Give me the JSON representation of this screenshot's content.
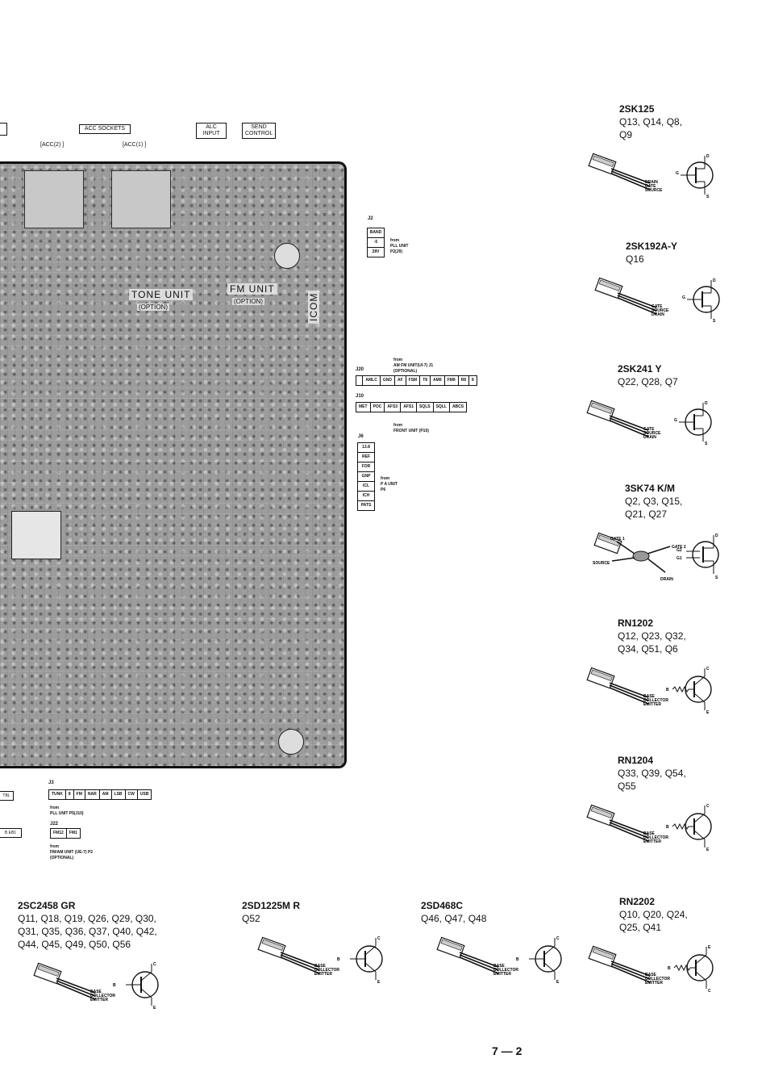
{
  "header_boxes": {
    "acc_sockets": "ACC SOCKETS",
    "acc2": "[ACC(2) ]",
    "acc1": "[ACC(1) ]",
    "alc_input": "ALC\nINPUT",
    "send_control": "SEND\nCONTROL"
  },
  "pcb": {
    "tone_unit": "TONE UNIT",
    "tone_option": "(OPTION)",
    "fm_unit": "FM UNIT",
    "fm_option": "(OPTION)",
    "icom": "ICOM"
  },
  "connectors": {
    "j2": {
      "name": "J2",
      "pins": [
        "BAND",
        "-5",
        "28V"
      ],
      "from": "from\nPLL UNIT\nP2(J9)"
    },
    "j20": {
      "name": "J20",
      "pins": [
        "",
        "AMLC",
        "GND",
        "AF",
        "FSM",
        "T8",
        "AM8",
        "FM8",
        "R8",
        "8"
      ],
      "from": "from\nAM FM UNIT(UI-7) J1\n(OPTIONAL)"
    },
    "j10": {
      "name": "J10",
      "pins": [
        "MET",
        "POC",
        "AFS3",
        "AFS1",
        "SQLS",
        "SQLL",
        "ABCS"
      ],
      "from": "from\nFRONT UNIT (P10)"
    },
    "j6": {
      "name": "J6",
      "pins": [
        "13.8",
        "REF",
        "FOR",
        "GNP",
        "ICL",
        "ICH",
        "PATS"
      ],
      "from": "from\nP A UNIT\nP6"
    },
    "j3": {
      "name": "J3",
      "pins": [
        "TUNK",
        "8",
        "FM",
        "NAR",
        "AM",
        "LSB",
        "CW",
        "USB"
      ],
      "from": "from\nPLL UNIT P5(J10)"
    },
    "j22": {
      "name": "J22",
      "pins": [
        "FM12",
        "FM1"
      ],
      "from": "from\nFM/AM UNIT (UE-7) P2\n(OPTIONAL)"
    },
    "left_stub1": "TBL",
    "left_stub2": "B EB1"
  },
  "transistors": [
    {
      "name": "2SK125",
      "pins": "Q13, Q14, Q8,\nQ9",
      "type": "jfet",
      "leads": [
        "DRAIN",
        "GATE",
        "SOURCE"
      ],
      "sym": [
        "D",
        "G",
        "S"
      ]
    },
    {
      "name": "2SK192A-Y",
      "pins": "Q16",
      "type": "jfet",
      "leads": [
        "GATE",
        "SOURCE",
        "DRAIN"
      ],
      "sym": [
        "D",
        "G",
        "S"
      ]
    },
    {
      "name": "2SK241  Y",
      "pins": "Q22, Q28, Q7",
      "type": "jfet",
      "leads": [
        "GATE",
        "SOURCE",
        "DRAIN"
      ],
      "sym": [
        "D",
        "G",
        "S"
      ]
    },
    {
      "name": "3SK74  K/M",
      "pins": "Q2, Q3, Q15,\nQ21, Q27",
      "type": "dualgate",
      "leads": [
        "GATE 1",
        "GATE 2",
        "SOURCE",
        "DRAIN"
      ],
      "sym": [
        "D",
        "G2",
        "G1",
        "S"
      ]
    },
    {
      "name": "RN1202",
      "pins": "Q12, Q23, Q32,\nQ34, Q51, Q6",
      "type": "npn_r",
      "leads": [
        "BASE",
        "COLLECTOR",
        "EMITTER"
      ],
      "sym": [
        "C",
        "B",
        "E"
      ]
    },
    {
      "name": "RN1204",
      "pins": "Q33, Q39, Q54,\nQ55",
      "type": "npn_r",
      "leads": [
        "BASE",
        "COLLECTOR",
        "EMITTER"
      ],
      "sym": [
        "C",
        "B",
        "E"
      ]
    },
    {
      "name": "RN2202",
      "pins": "Q10, Q20, Q24,\nQ25, Q41",
      "type": "pnp_r",
      "leads": [
        "BASE",
        "COLLECTOR",
        "EMITTER"
      ],
      "sym": [
        "E",
        "B",
        "C"
      ]
    },
    {
      "name": "2SC2458  GR",
      "pins": "Q11, Q18, Q19, Q26, Q29, Q30,\nQ31, Q35, Q36, Q37, Q40, Q42,\nQ44, Q45, Q49, Q50, Q56",
      "type": "npn",
      "leads": [
        "BASE",
        "COLLECTOR",
        "EMITTER"
      ],
      "sym": [
        "C",
        "B",
        "E"
      ]
    },
    {
      "name": "2SD1225M  R",
      "pins": "Q52",
      "type": "npn",
      "leads": [
        "BASE",
        "COLLECTOR",
        "EMITTER"
      ],
      "sym": [
        "C",
        "B",
        "E"
      ]
    },
    {
      "name": "2SD468C",
      "pins": "Q46, Q47, Q48",
      "type": "npn",
      "leads": [
        "BASE",
        "COLLECTOR",
        "EMITTER"
      ],
      "sym": [
        "C",
        "B",
        "E"
      ]
    }
  ],
  "page_number": "7 — 2"
}
